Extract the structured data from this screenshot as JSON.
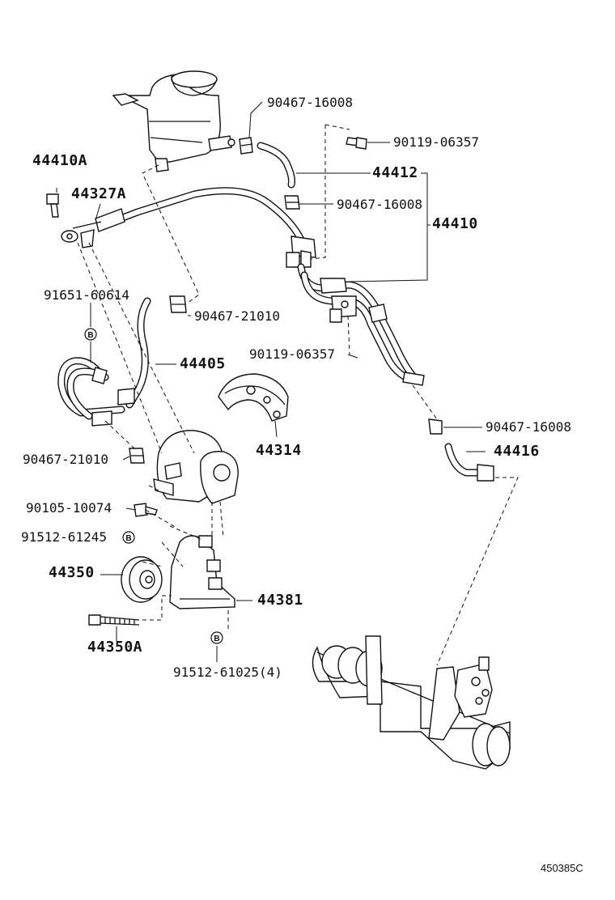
{
  "labels": {
    "p90467_16008_top": "90467-16008",
    "p90119_06357_top": "90119-06357",
    "p44410A": "44410A",
    "p44327A": "44327A",
    "p44412": "44412",
    "p90467_16008_mid": "90467-16008",
    "p44410": "44410",
    "p91651_60614": "91651-60614",
    "p90467_21010_top": "90467-21010",
    "p44405": "44405",
    "p90119_06357_mid": "90119-06357",
    "p90467_16008_right": "90467-16008",
    "p44314": "44314",
    "p44416": "44416",
    "p90467_21010_left": "90467-21010",
    "p90105_10074": "90105-10074",
    "p91512_61245": "91512-61245",
    "p44350": "44350",
    "p44381": "44381",
    "p44350A": "44350A",
    "p91512_61025": "91512-61025(4)",
    "diagram_code": "450385C"
  },
  "marks": {
    "b_mark": "B"
  }
}
